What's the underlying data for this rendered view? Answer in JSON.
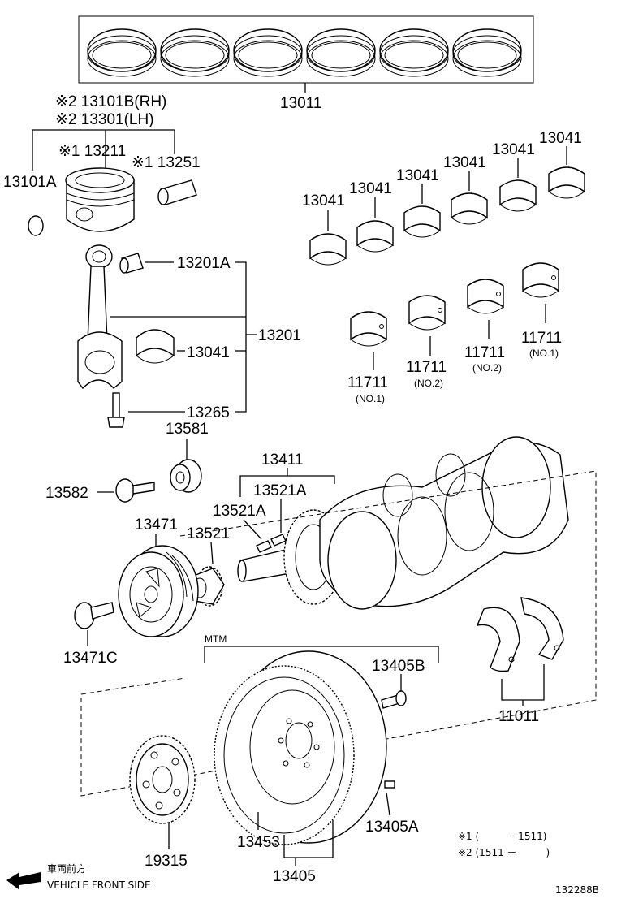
{
  "labels": {
    "piston_ring_set": "13011",
    "piston_rh": "※2 13101B(RH)",
    "piston_lh": "※2 13301(LH)",
    "snap_ring": "13101A",
    "piston": "※1 13211",
    "piston_pin": "※1 13251",
    "conrod_bushing": "13201A",
    "conrod_bearing": "13041",
    "conrod_assy": "13201",
    "conrod_bolt": "13265",
    "crank_bearing_1": "13041",
    "crank_bearing_2": "13041",
    "crank_bearing_3": "13041",
    "crank_bearing_4": "13041",
    "crank_bearing_5": "13041",
    "crank_bearing_6": "13041",
    "main_bearing_a": "11711",
    "main_bearing_a_sub": "(NO.1)",
    "main_bearing_b": "11711",
    "main_bearing_b_sub": "(NO.2)",
    "main_bearing_c": "11711",
    "main_bearing_c_sub": "(NO.2)",
    "main_bearing_d": "11711",
    "main_bearing_d_sub": "(NO.1)",
    "spacer": "13581",
    "pulley_bolt": "13582",
    "crankshaft": "13411",
    "key_a1": "13521A",
    "key_a2": "13521A",
    "timing_gear": "13521",
    "pulley": "13471",
    "pulley_set_bolt": "13471C",
    "mtm": "MTM",
    "flywheel_bolt": "13405B",
    "thrust_washer": "11011",
    "dowel_pin": "13405A",
    "ring_gear": "13453",
    "flywheel": "13405",
    "sensor_plate": "19315",
    "note1": "※1 (　　　－1511)",
    "note2": "※2 (1511 －　　　)",
    "front_jp": "車両前方",
    "front_en": "VEHICLE FRONT SIDE",
    "diagram_id": "132288B"
  }
}
